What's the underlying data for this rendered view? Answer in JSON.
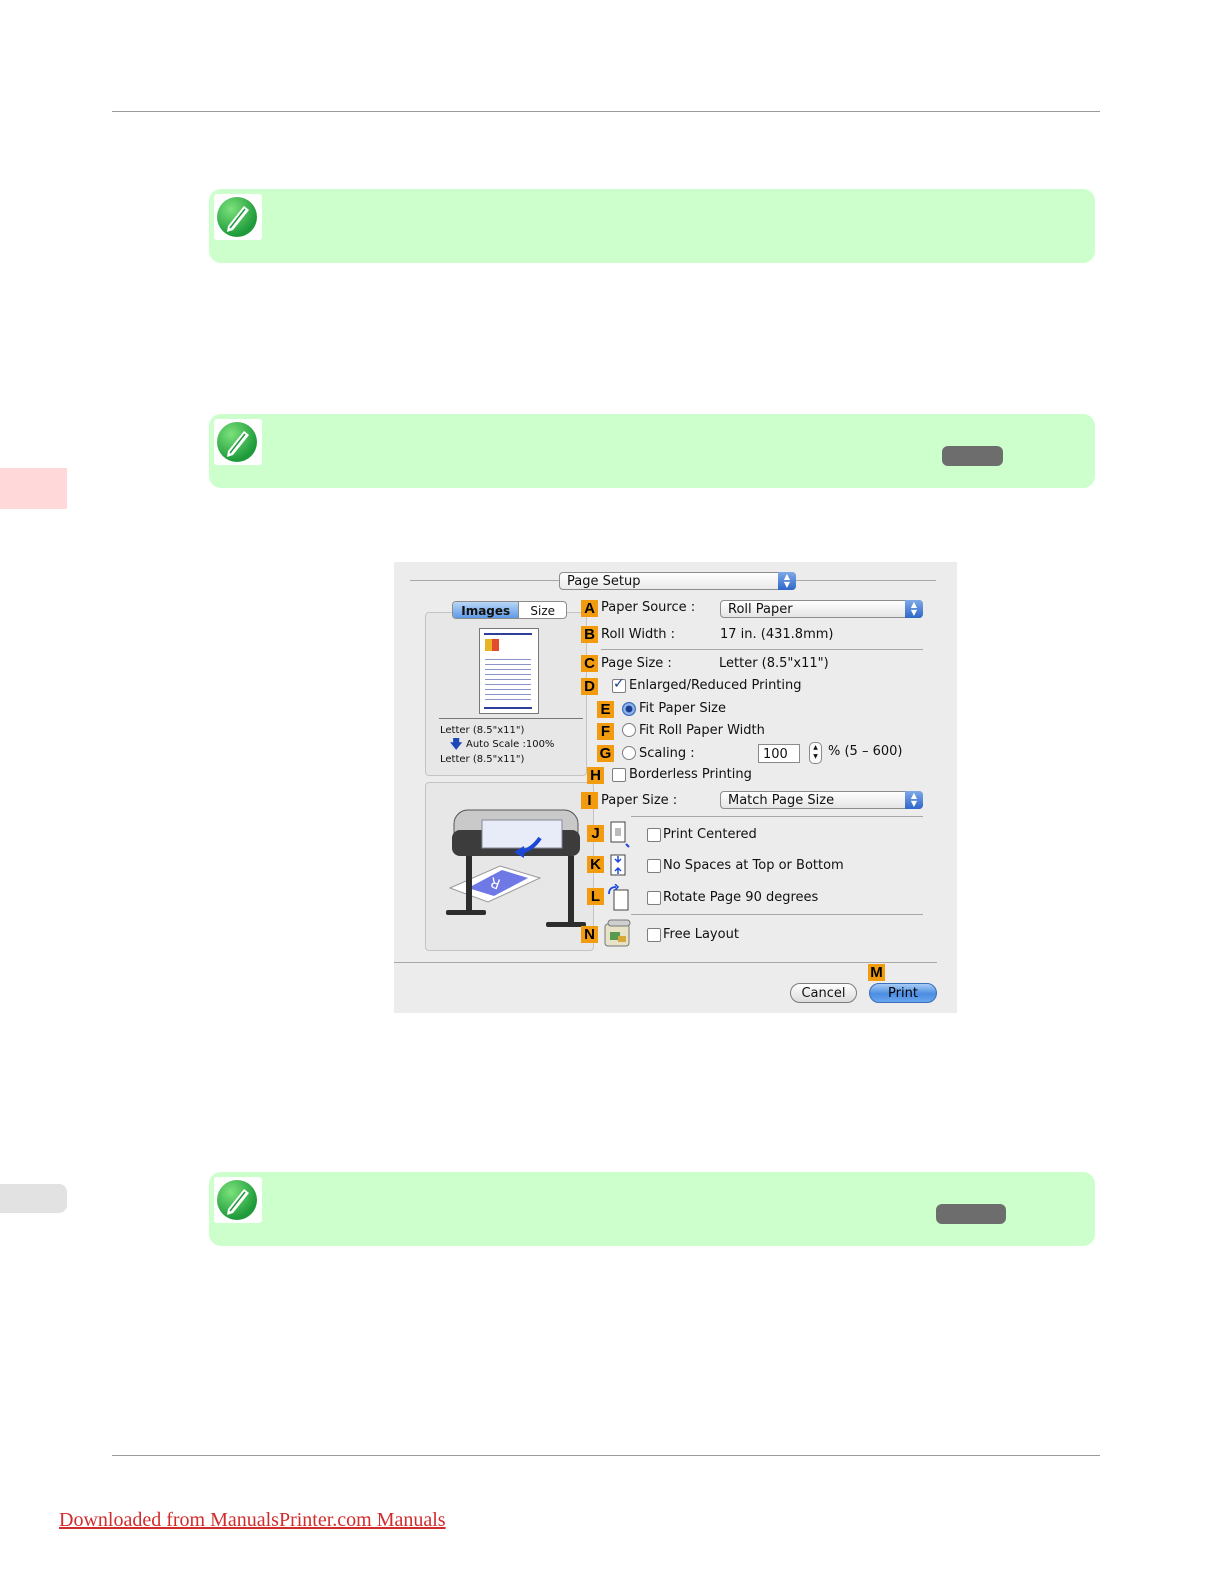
{
  "page": {
    "footer_link": "Downloaded from ManualsPrinter.com Manuals"
  },
  "dialog": {
    "title_popup": "Page Setup",
    "tabs": [
      "Images",
      "Size"
    ],
    "preview": {
      "line1": "Letter (8.5\"x11\")",
      "line2": "Auto Scale :100%",
      "line3": "Letter (8.5\"x11\")"
    },
    "rows": {
      "a_tag": "A",
      "a_label": "Paper Source :",
      "a_value": "Roll Paper",
      "b_tag": "B",
      "b_label": "Roll Width :",
      "b_value": "17 in. (431.8mm)",
      "c_tag": "C",
      "c_label": "Page Size :",
      "c_value": "Letter (8.5\"x11\")",
      "d_tag": "D",
      "d_label": "Enlarged/Reduced Printing",
      "d_checked": true,
      "e_tag": "E",
      "e_label": "Fit Paper Size",
      "e_selected": true,
      "f_tag": "F",
      "f_label": "Fit Roll Paper Width",
      "g_tag": "G",
      "g_label": "Scaling :",
      "g_value": "100",
      "g_range": "% (5 – 600)",
      "h_tag": "H",
      "h_label": "Borderless Printing",
      "i_tag": "I",
      "i_label": "Paper Size :",
      "i_value": "Match Page Size",
      "j_tag": "J",
      "j_label": "Print Centered",
      "k_tag": "K",
      "k_label": "No Spaces at Top or Bottom",
      "l_tag": "L",
      "l_label": "Rotate Page 90 degrees",
      "n_tag": "N",
      "n_label": "Free Layout",
      "m_tag": "M"
    },
    "buttons": {
      "cancel": "Cancel",
      "print": "Print"
    }
  },
  "colors": {
    "note_bg": "#ccffcc",
    "side_tab_pink": "#ffd9d9",
    "side_tab_gray": "#e2e2e2",
    "tag_orange": "#f29b0f",
    "link_red": "#d22b2b"
  }
}
